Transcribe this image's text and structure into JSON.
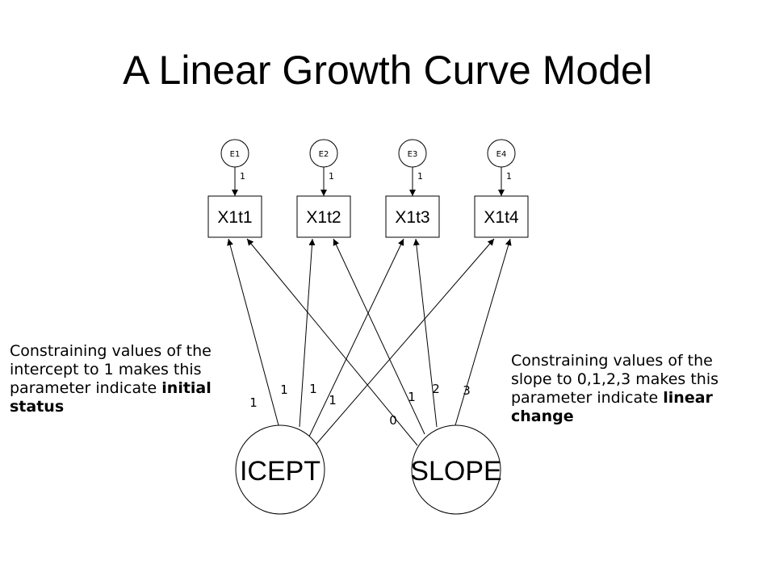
{
  "title": "A Linear Growth Curve Model",
  "errors": [
    "E1",
    "E2",
    "E3",
    "E4"
  ],
  "error_loadings": [
    "1",
    "1",
    "1",
    "1"
  ],
  "observed": [
    "X1t1",
    "X1t2",
    "X1t3",
    "X1t4"
  ],
  "latent": {
    "intercept": "ICEPT",
    "slope": "SLOPE"
  },
  "intercept_loadings": [
    "1",
    "1",
    "1",
    "1"
  ],
  "slope_loadings": [
    "0",
    "1",
    "2",
    "3"
  ],
  "note_left": {
    "text": "Constraining values of the intercept to 1 makes this parameter indicate ",
    "bold": "initial status"
  },
  "note_right": {
    "text": "Constraining values of the slope to 0,1,2,3 makes this parameter indicate ",
    "bold": "linear change"
  }
}
